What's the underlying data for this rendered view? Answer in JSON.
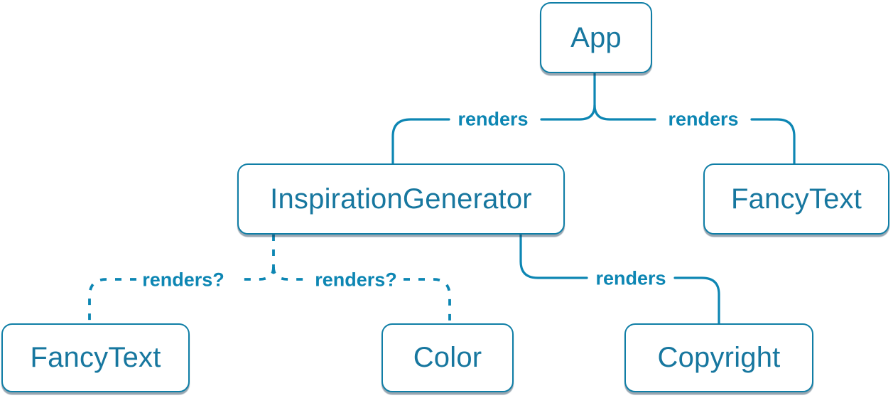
{
  "diagram": {
    "type": "component-render-tree",
    "colors": {
      "line": "#0d86b3",
      "node_border": "#0f7ea6",
      "node_text": "#17779f",
      "node_background": "#ffffff",
      "edge_label": "#0d86b3"
    },
    "nodes": {
      "app": {
        "label": "App"
      },
      "inspiration_generator": {
        "label": "InspirationGenerator"
      },
      "fancy_text_top": {
        "label": "FancyText"
      },
      "fancy_text_bottom": {
        "label": "FancyText"
      },
      "color": {
        "label": "Color"
      },
      "copyright": {
        "label": "Copyright"
      }
    },
    "edges": {
      "app_to_inspiration_generator": {
        "label": "renders",
        "style": "solid"
      },
      "app_to_fancy_text": {
        "label": "renders",
        "style": "solid"
      },
      "inspiration_generator_to_fancy_text": {
        "label": "renders?",
        "style": "dashed"
      },
      "inspiration_generator_to_color": {
        "label": "renders?",
        "style": "dashed"
      },
      "inspiration_generator_to_copyright": {
        "label": "renders",
        "style": "solid"
      }
    }
  }
}
